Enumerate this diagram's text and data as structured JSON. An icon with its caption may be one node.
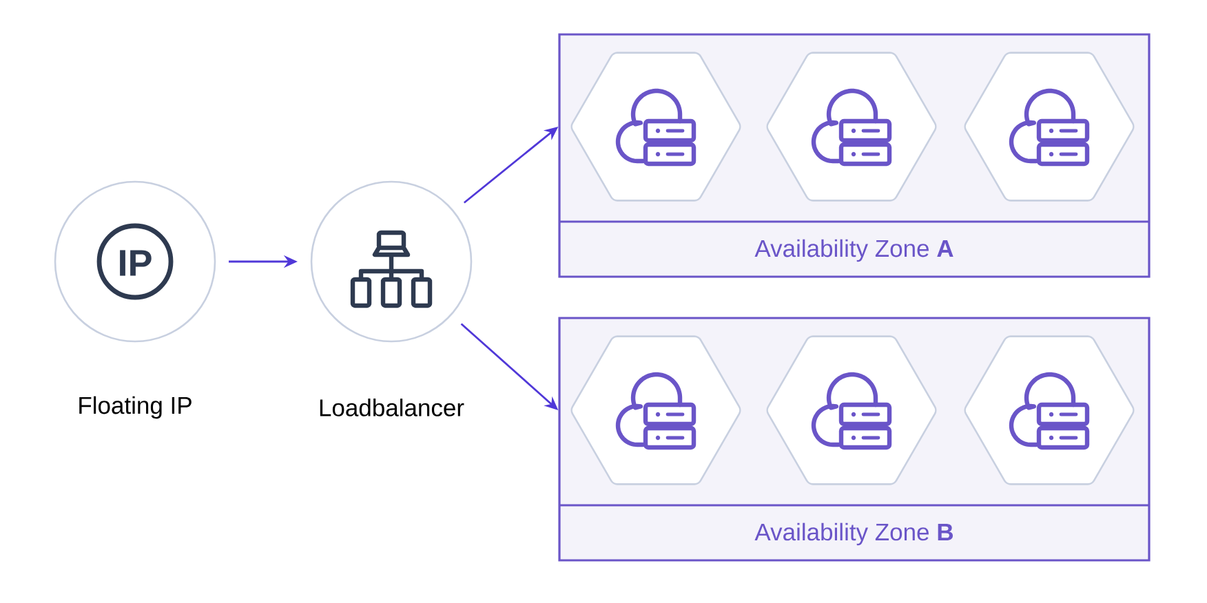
{
  "diagram": {
    "nodes": [
      {
        "text": [
          "IP",
          "Floating IP"
        ]
      },
      {
        "text": [
          "Loadbalancer"
        ]
      },
      {
        "text": [
          "Availability Zone **A**"
        ]
      },
      {
        "text": [],
        "shape": "hexagon",
        "in": 2
      },
      {
        "text": [],
        "shape": "hexagon",
        "in": 2
      },
      {
        "text": [],
        "shape": "hexagon",
        "in": 2
      },
      {
        "text": [
          "Availability Zone **B**"
        ]
      },
      {
        "text": [],
        "shape": "hexagon",
        "in": 6
      },
      {
        "text": [],
        "shape": "hexagon",
        "in": 6
      },
      {
        "text": [],
        "shape": "hexagon",
        "in": 6
      }
    ],
    "edges": [
      {
        "from": 0,
        "to": 1,
        "arrow": "to"
      },
      {
        "from": 1,
        "to": 2,
        "arrow": "to"
      },
      {
        "from": 1,
        "to": 6,
        "arrow": "to"
      }
    ]
  }
}
